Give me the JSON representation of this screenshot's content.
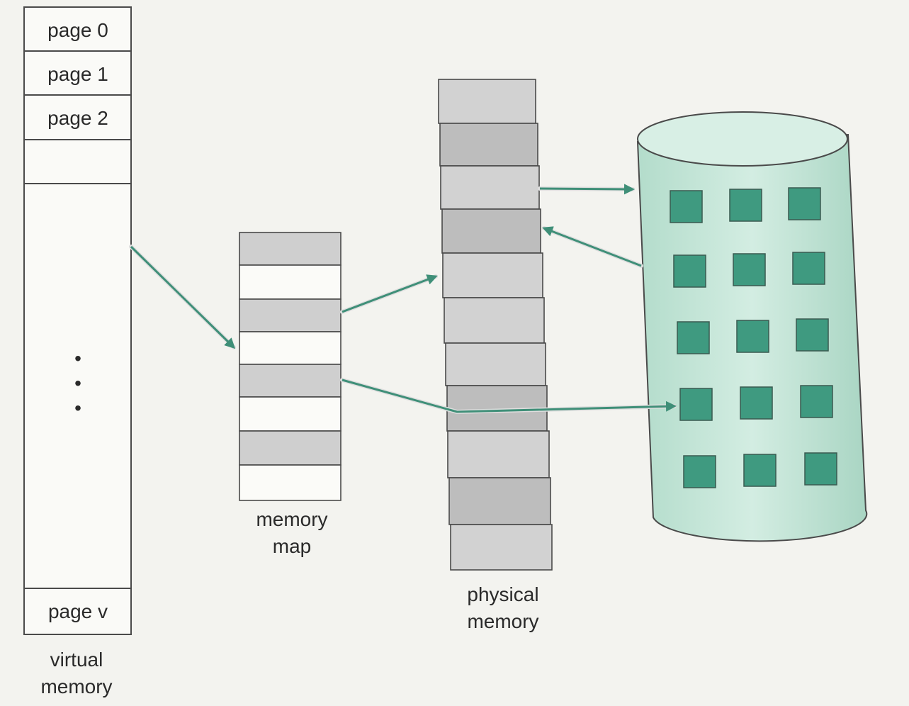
{
  "virtual_memory": {
    "pages": [
      "page 0",
      "page 1",
      "page 2"
    ],
    "last_page": "page v",
    "dots": [
      "•",
      "•",
      "•"
    ],
    "label_line1": "virtual",
    "label_line2": "memory"
  },
  "memory_map": {
    "label_line1": "memory",
    "label_line2": "map"
  },
  "physical_memory": {
    "label_line1": "physical",
    "label_line2": "memory"
  },
  "colors": {
    "arrow": "#3f8f78",
    "disk": "#c3e4d6",
    "disk_block": "#3f9a80",
    "gray_cell": "#cfcfcf"
  }
}
